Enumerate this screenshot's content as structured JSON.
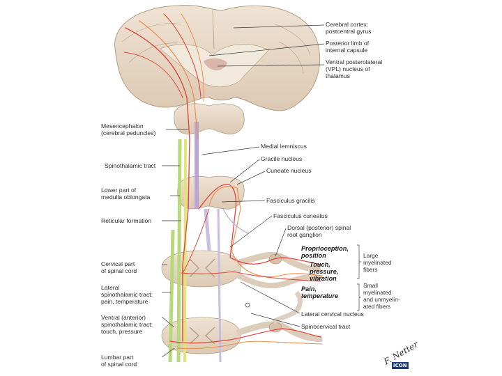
{
  "labels": {
    "cortex": "Cerebral cortex:\npostcentral gyrus",
    "capsule": "Posterior limb of\ninternal capsule",
    "vpl": "Ventral posterolateral\n(VPL) nucleus of\nthalamus",
    "mesencephalon": "Mesencephalon\n(cerebral peduncles)",
    "medial_lemniscus": "Medial lemniscus",
    "spinothalamic": "Spinothalamic tract",
    "gracile_nucleus": "Gracile nucleus",
    "cuneate_nucleus": "Cuneate nucleus",
    "lower_medulla": "Lower part of\nmedulla oblongata",
    "fasciculus_gracilis": "Fasciculus gracilis",
    "reticular": "Reticular formation",
    "fasciculus_cuneatus": "Fasciculus cuneatus",
    "drg": "Dorsal (posterior) spinal\nroot ganglion",
    "proprioception": "Proprioception,\nposition",
    "touch": "Touch,\npressure,\nvibration",
    "pain": "Pain,\ntemperature",
    "cervical": "Cervical part\nof spinal cord",
    "lateral_st": "Lateral\nspinothalamic tract:\npain, temperature",
    "ventral_st": "Ventral (anterior)\nspinothalamic tract:\ntouch, pressure",
    "lateral_cervical_nucleus": "Lateral cervical nucleus",
    "spinocervical": "Spinocervical tract",
    "lumbar": "Lumbar part\nof spinal cord",
    "large_fibers": "Large\nmyelinated\nfibers",
    "small_fibers": "Small\nmyelinated\nand unmyelin-\nated fibers"
  },
  "signature": "F. Netter",
  "logo_text": "ICON",
  "colors": {
    "tissue": "#e7d8c6",
    "tissue_dark": "#c9b49c",
    "pathway_red": "#e0473a",
    "pathway_orange": "#f08a4b",
    "lemniscus_lilac": "#b9a6d6",
    "tract_green": "#b8d97a",
    "tract_yellow": "#e4e37a",
    "leader": "#333333"
  }
}
